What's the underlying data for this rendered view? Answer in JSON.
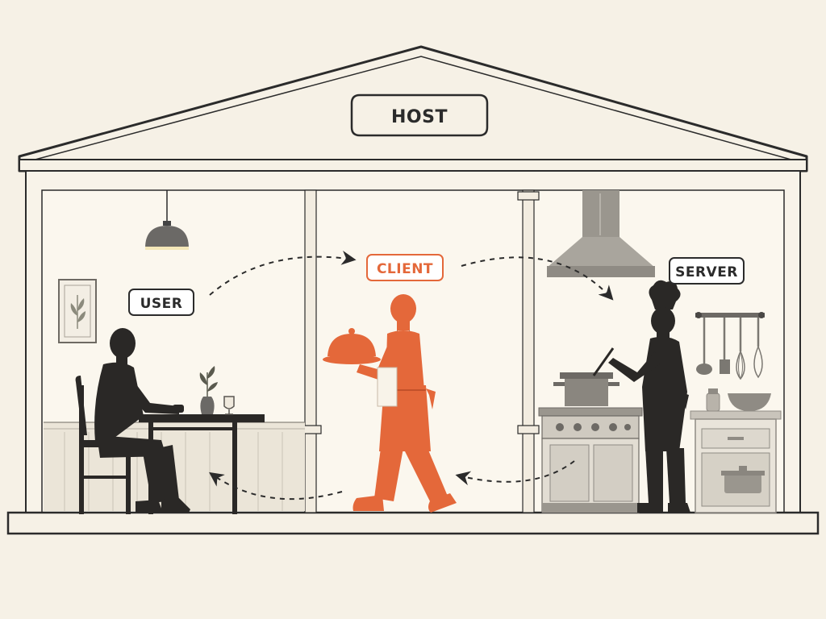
{
  "labels": {
    "host": "HOST",
    "user": "USER",
    "client": "CLIENT",
    "server": "SERVER"
  },
  "colors": {
    "background": "#f6f1e6",
    "outline": "#2b2b2b",
    "accent": "#e4683a",
    "silhouette": "#2a2826",
    "appliance": "#8f8b84"
  },
  "icons": {
    "user": "seated-diner-silhouette",
    "client": "waiter-carrying-tray-silhouette",
    "server": "chef-cooking-silhouette",
    "host": "house-roof"
  }
}
